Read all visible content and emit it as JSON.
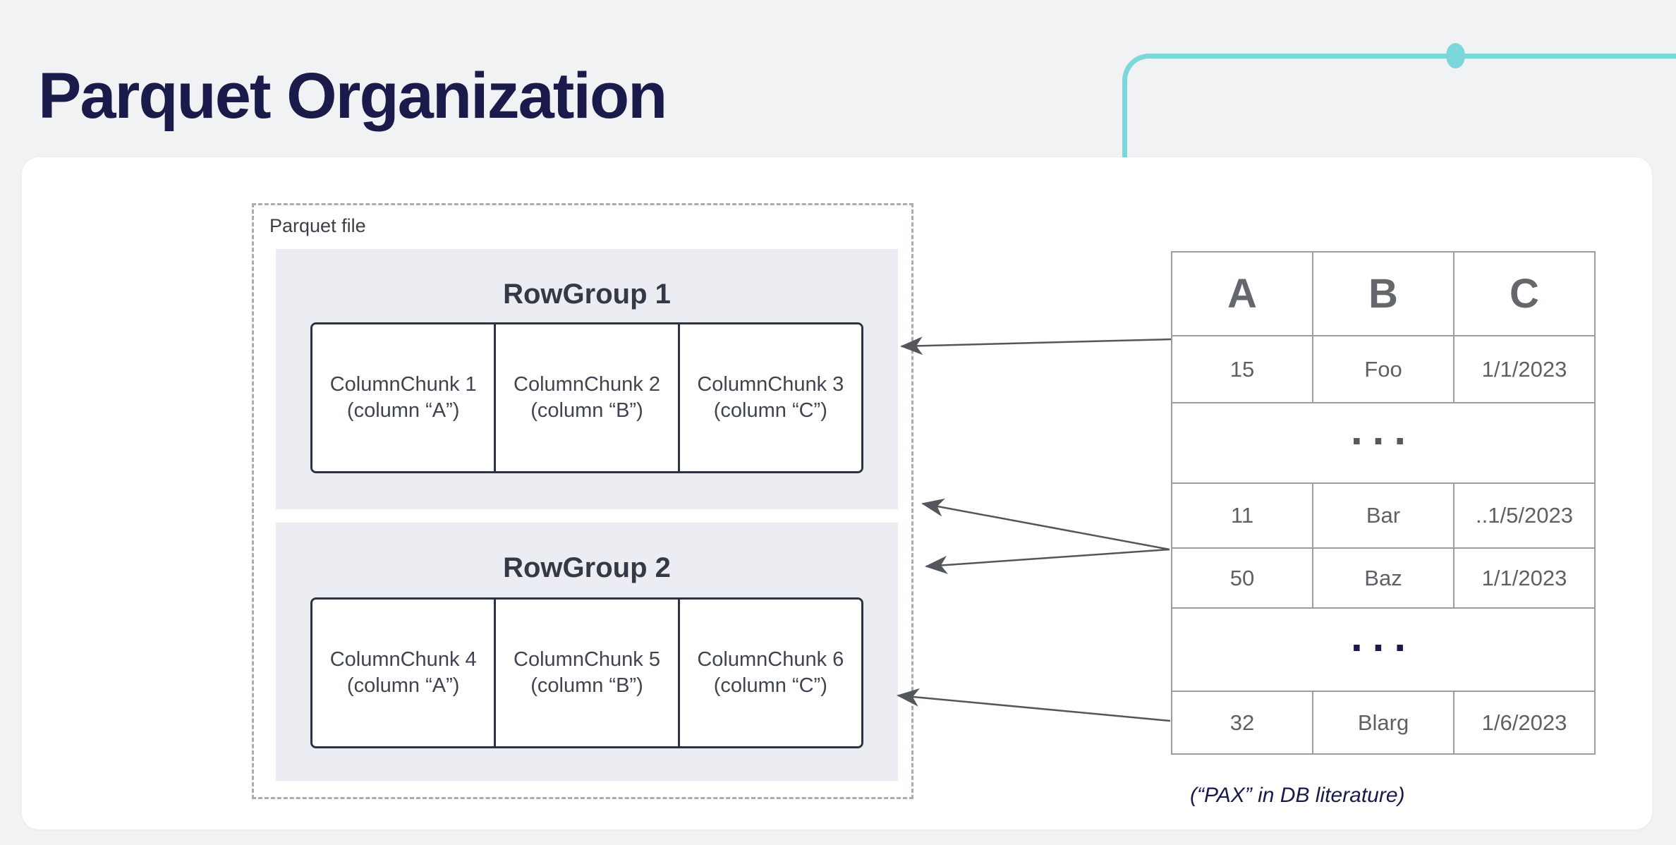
{
  "header": {
    "title": "Parquet Organization"
  },
  "colors": {
    "background": "#f1f2f4",
    "navy": "#1a1a4b",
    "teal": "#7bd8da",
    "rowgroup_fill": "#ebedf2",
    "chunk_border": "#2d3340",
    "table_border": "#9c9c9c",
    "arrow": "#53565b",
    "ellipsis_row1": "#55585c",
    "ellipsis_row2": "#1a1a4b"
  },
  "diagram": {
    "file_label": "Parquet file",
    "rowgroups": [
      {
        "title": "RowGroup 1",
        "chunks": [
          {
            "line1": "ColumnChunk 1",
            "line2": "(column “A”)"
          },
          {
            "line1": "ColumnChunk 2",
            "line2": "(column “B”)"
          },
          {
            "line1": "ColumnChunk 3",
            "line2": "(column “C”)"
          }
        ]
      },
      {
        "title": "RowGroup 2",
        "chunks": [
          {
            "line1": "ColumnChunk 4",
            "line2": "(column “A”)"
          },
          {
            "line1": "ColumnChunk 5",
            "line2": "(column “B”)"
          },
          {
            "line1": "ColumnChunk 6",
            "line2": "(column “C”)"
          }
        ]
      }
    ]
  },
  "table": {
    "headers": [
      "A",
      "B",
      "C"
    ],
    "rows": [
      {
        "cells": [
          "15",
          "Foo",
          "1/1/2023"
        ]
      },
      {
        "ellipsis": "..."
      },
      {
        "cells": [
          "11",
          "Bar",
          "..1/5/2023"
        ]
      },
      {
        "cells": [
          "50",
          "Baz",
          "1/1/2023"
        ]
      },
      {
        "ellipsis": "..."
      },
      {
        "cells": [
          "32",
          "Blarg",
          "1/6/2023"
        ]
      }
    ],
    "caption": "(“PAX” in DB literature)"
  }
}
